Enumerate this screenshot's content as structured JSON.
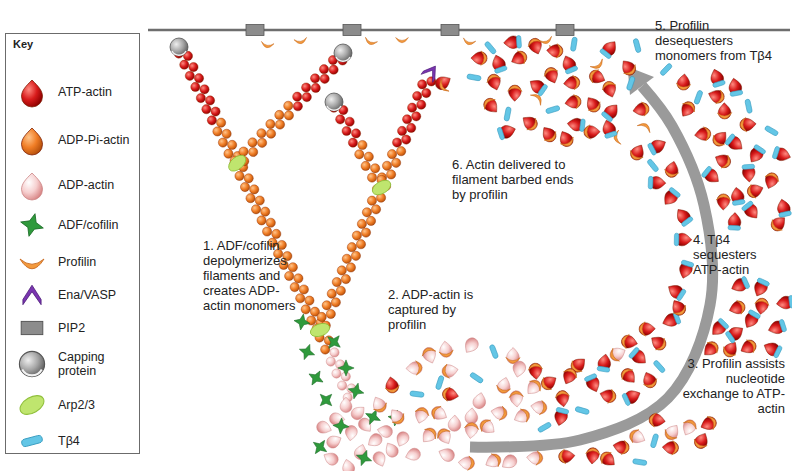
{
  "diagram": {
    "nodes": [
      {
        "text": [
          "Key"
        ]
      }
    ],
    "labels": [
      "1. ADF/cofilin depolymerizes filaments and creates ADP-actin monomers",
      "2. ADP-actin is captured by profilin",
      "3. Profilin assists nucleotide exchange to ATP-actin",
      "4. Tβ4 sequesters ATP-actin",
      "5. Profilin desequesters monomers from Tβ4",
      "6. Actin delivered to filament barbed ends by profilin"
    ],
    "legend": [
      {
        "text": "ATP-actin"
      },
      {
        "text": "ADP-Pi-actin"
      },
      {
        "text": "ADP-actin"
      },
      {
        "text": "ADF/cofilin"
      },
      {
        "text": "Profilin"
      },
      {
        "text": "Ena/VASP"
      },
      {
        "text": "PIP2"
      },
      {
        "text": "Capping protein"
      },
      {
        "text": "Arp2/3"
      },
      {
        "text": "Tβ4"
      }
    ]
  }
}
